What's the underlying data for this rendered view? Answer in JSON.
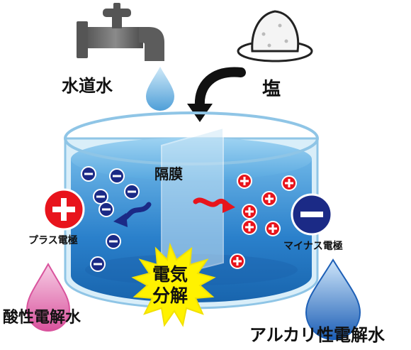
{
  "labels": {
    "tap_water": "水道水",
    "salt": "塩",
    "membrane": "隔膜",
    "plus_electrode": "プラス電極",
    "minus_electrode": "マイナス電極",
    "electrolysis_line1": "電気",
    "electrolysis_line2": "分解",
    "acidic_water": "酸性電解水",
    "alkaline_water": "アルカリ性電解水"
  },
  "colors": {
    "water": "#2e86cc",
    "water_light": "#bfe3f6",
    "plus_electrode": "#e8141c",
    "minus_electrode": "#1b2a86",
    "acid_drop": "#e98ac0",
    "alkaline_drop": "#2f74c6",
    "tap_drop": "#6fb6e2",
    "burst": "#fff200"
  },
  "icons": {
    "tap": "faucet-icon",
    "salt": "salt-pile-icon",
    "plus": "plus-sign",
    "minus": "minus-sign"
  }
}
